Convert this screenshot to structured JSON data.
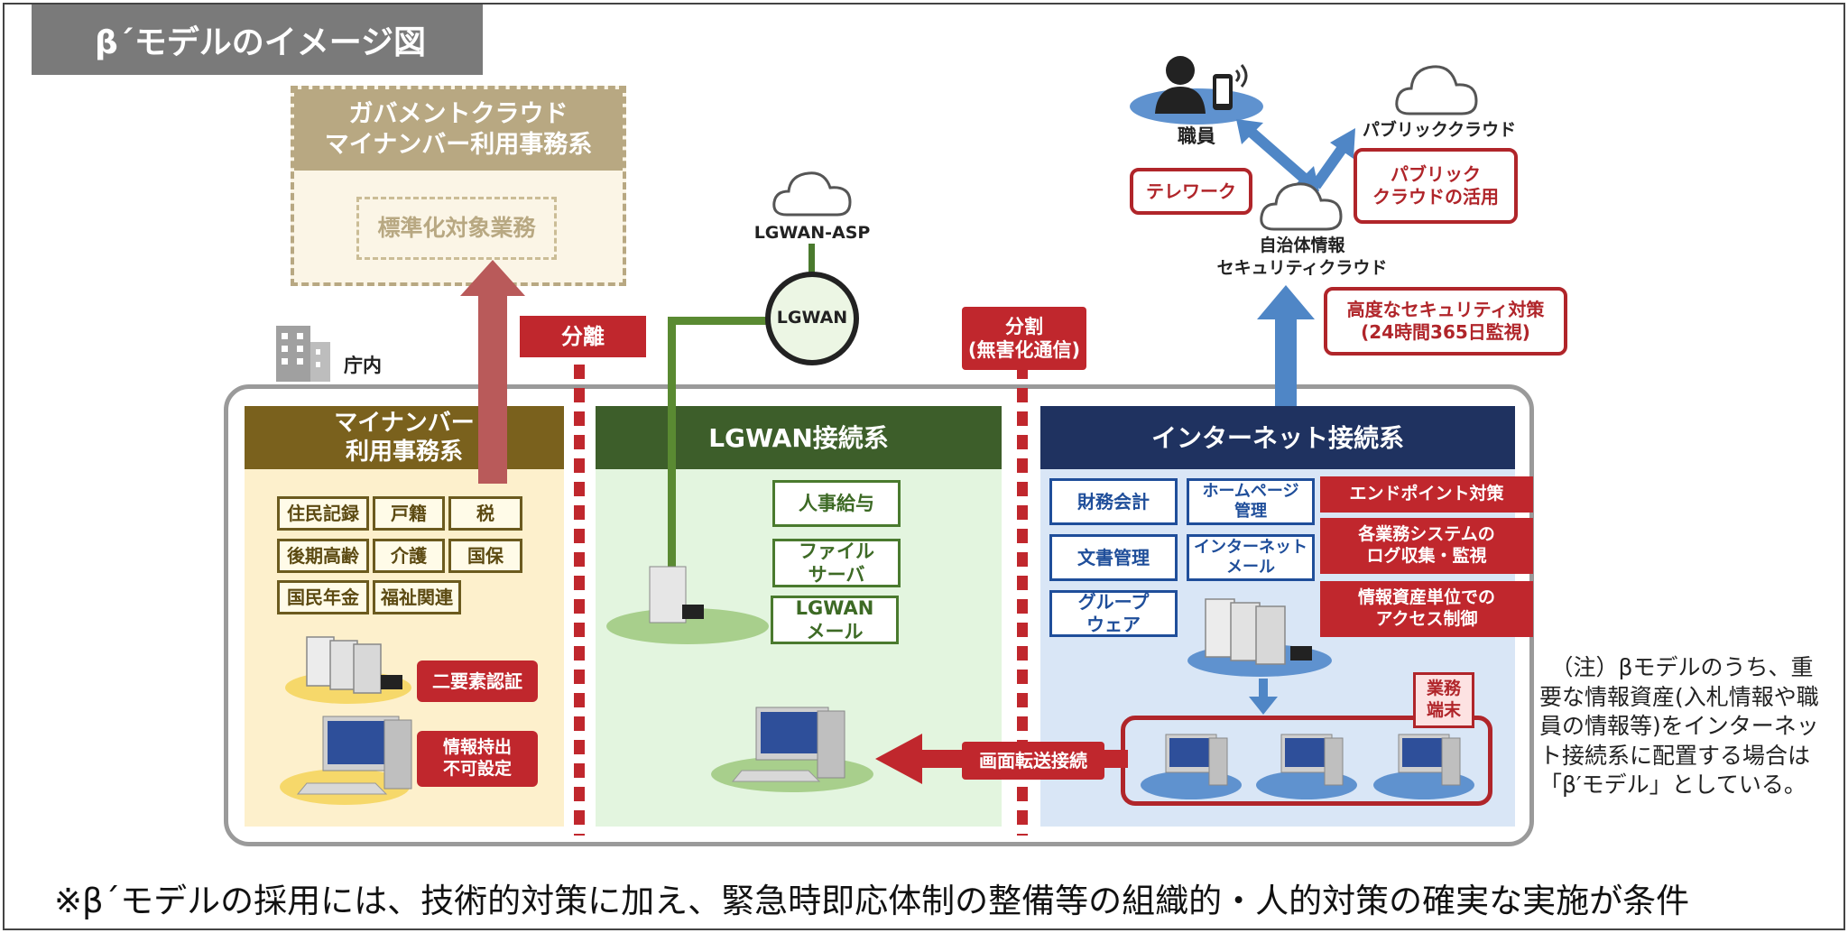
{
  "title": "β´モデルのイメージ図",
  "gov_cloud": {
    "title": "ガバメントクラウド\nマイナンバー利用事務系",
    "inner": "標準化対象業務"
  },
  "lgwan_asp": "LGWAN-ASP",
  "lgwan_node": "LGWAN",
  "building_label": "庁内",
  "separator_left": "分離",
  "separator_right": "分割\n(無害化通信)",
  "mynumber": {
    "header": "マイナンバー\n利用事務系",
    "cells": [
      "住民記録",
      "戸籍",
      "税",
      "後期高齢",
      "介護",
      "国保",
      "国民年金",
      "福祉関連"
    ],
    "auth": "二要素認証",
    "export": "情報持出\n不可設定"
  },
  "lgwan": {
    "header": "LGWAN接続系",
    "cells": [
      "人事給与",
      "ファイル\nサーバ",
      "LGWAN\nメール"
    ]
  },
  "internet": {
    "header": "インターネット接続系",
    "cells": [
      "財務会計",
      "ホームページ\n管理",
      "文書管理",
      "インターネット\nメール",
      "グループ\nウェア"
    ],
    "measures": [
      "エンドポイント対策",
      "各業務システムの\nログ収集・監視",
      "情報資産単位での\nアクセス制御"
    ],
    "terminal_label": "業務\n端末"
  },
  "screen_transfer": "画面転送接続",
  "staff_label": "職員",
  "telework": "テレワーク",
  "public_cloud_label": "パブリッククラウド",
  "public_cloud_use": "パブリック\nクラウドの活用",
  "security_cloud_label": "自治体情報\nセキュリティクラウド",
  "security_measures": "高度なセキュリティ対策\n(24時間365日監視)",
  "note": "（注）βモデルのうち、重要な情報資産(入札情報や職員の情報等)をインターネット接続系に配置する場合は「β′モデル」としている。",
  "footer": "※β´モデルの採用には、技術的対策に加え、緊急時即応体制の整備等の組織的・人的対策の確実な実施が条件",
  "colors": {
    "red": "#c0272d",
    "gold": "#7a611d",
    "green": "#3d5e2a",
    "navy": "#1f3260",
    "blue": "#4f86c6"
  }
}
